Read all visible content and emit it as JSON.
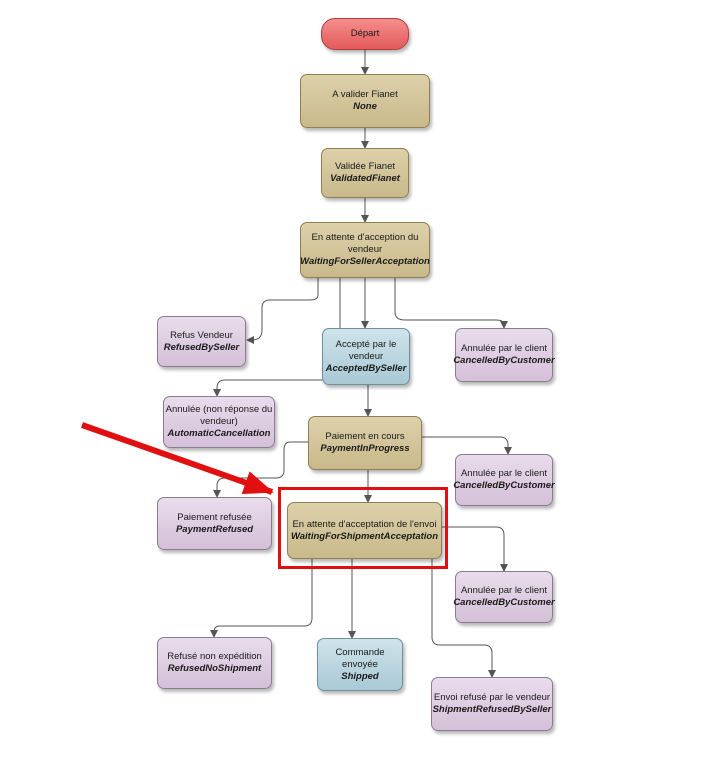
{
  "nodes": {
    "depart": {
      "label": "Départ",
      "code": ""
    },
    "a_valider_fianet": {
      "label": "A valider Fianet",
      "code": "None"
    },
    "validee_fianet": {
      "label": "Validée Fianet",
      "code": "ValidatedFianet"
    },
    "waiting_seller": {
      "label1": "En attente d'acception du",
      "label2": "vendeur",
      "code": "WaitingForSellerAcceptation"
    },
    "refused_by_seller": {
      "label": "Refus Vendeur",
      "code": "RefusedBySeller"
    },
    "accepted_by_seller": {
      "label1": "Accepté par le",
      "label2": "vendeur",
      "code": "AcceptedBySeller"
    },
    "cancelled_by_customer_1": {
      "label": "Annulée par le client",
      "code": "CancelledByCustomer"
    },
    "automatic_cancellation": {
      "label1": "Annulée (non réponse du",
      "label2": "vendeur)",
      "code": "AutomaticCancellation"
    },
    "payment_in_progress": {
      "label": "Paiement en cours",
      "code": "PaymentInProgress"
    },
    "cancelled_by_customer_2": {
      "label": "Annulée par le client",
      "code": "CancelledByCustomer"
    },
    "payment_refused": {
      "label": "Paiement refusée",
      "code": "PaymentRefused"
    },
    "waiting_shipment": {
      "label": "En attente d'acceptation de l'envoi",
      "code": "WaitingForShipmentAcceptation"
    },
    "cancelled_by_customer_3": {
      "label": "Annulée par le client",
      "code": "CancelledByCustomer"
    },
    "refused_no_shipment": {
      "label": "Refusé non expédition",
      "code": "RefusedNoShipment"
    },
    "shipped": {
      "label1": "Commande",
      "label2": "envoyée",
      "code": "Shipped"
    },
    "shipment_refused_by_seller": {
      "label": "Envoi refusé par le vendeur",
      "code": "ShipmentRefusedBySeller"
    }
  },
  "colors": {
    "start": "#e35a5a",
    "in_progress": "#c9b98a",
    "success": "#a9c9d6",
    "terminal": "#d4c0d8",
    "highlight": "#e01010",
    "connector": "#555555"
  }
}
